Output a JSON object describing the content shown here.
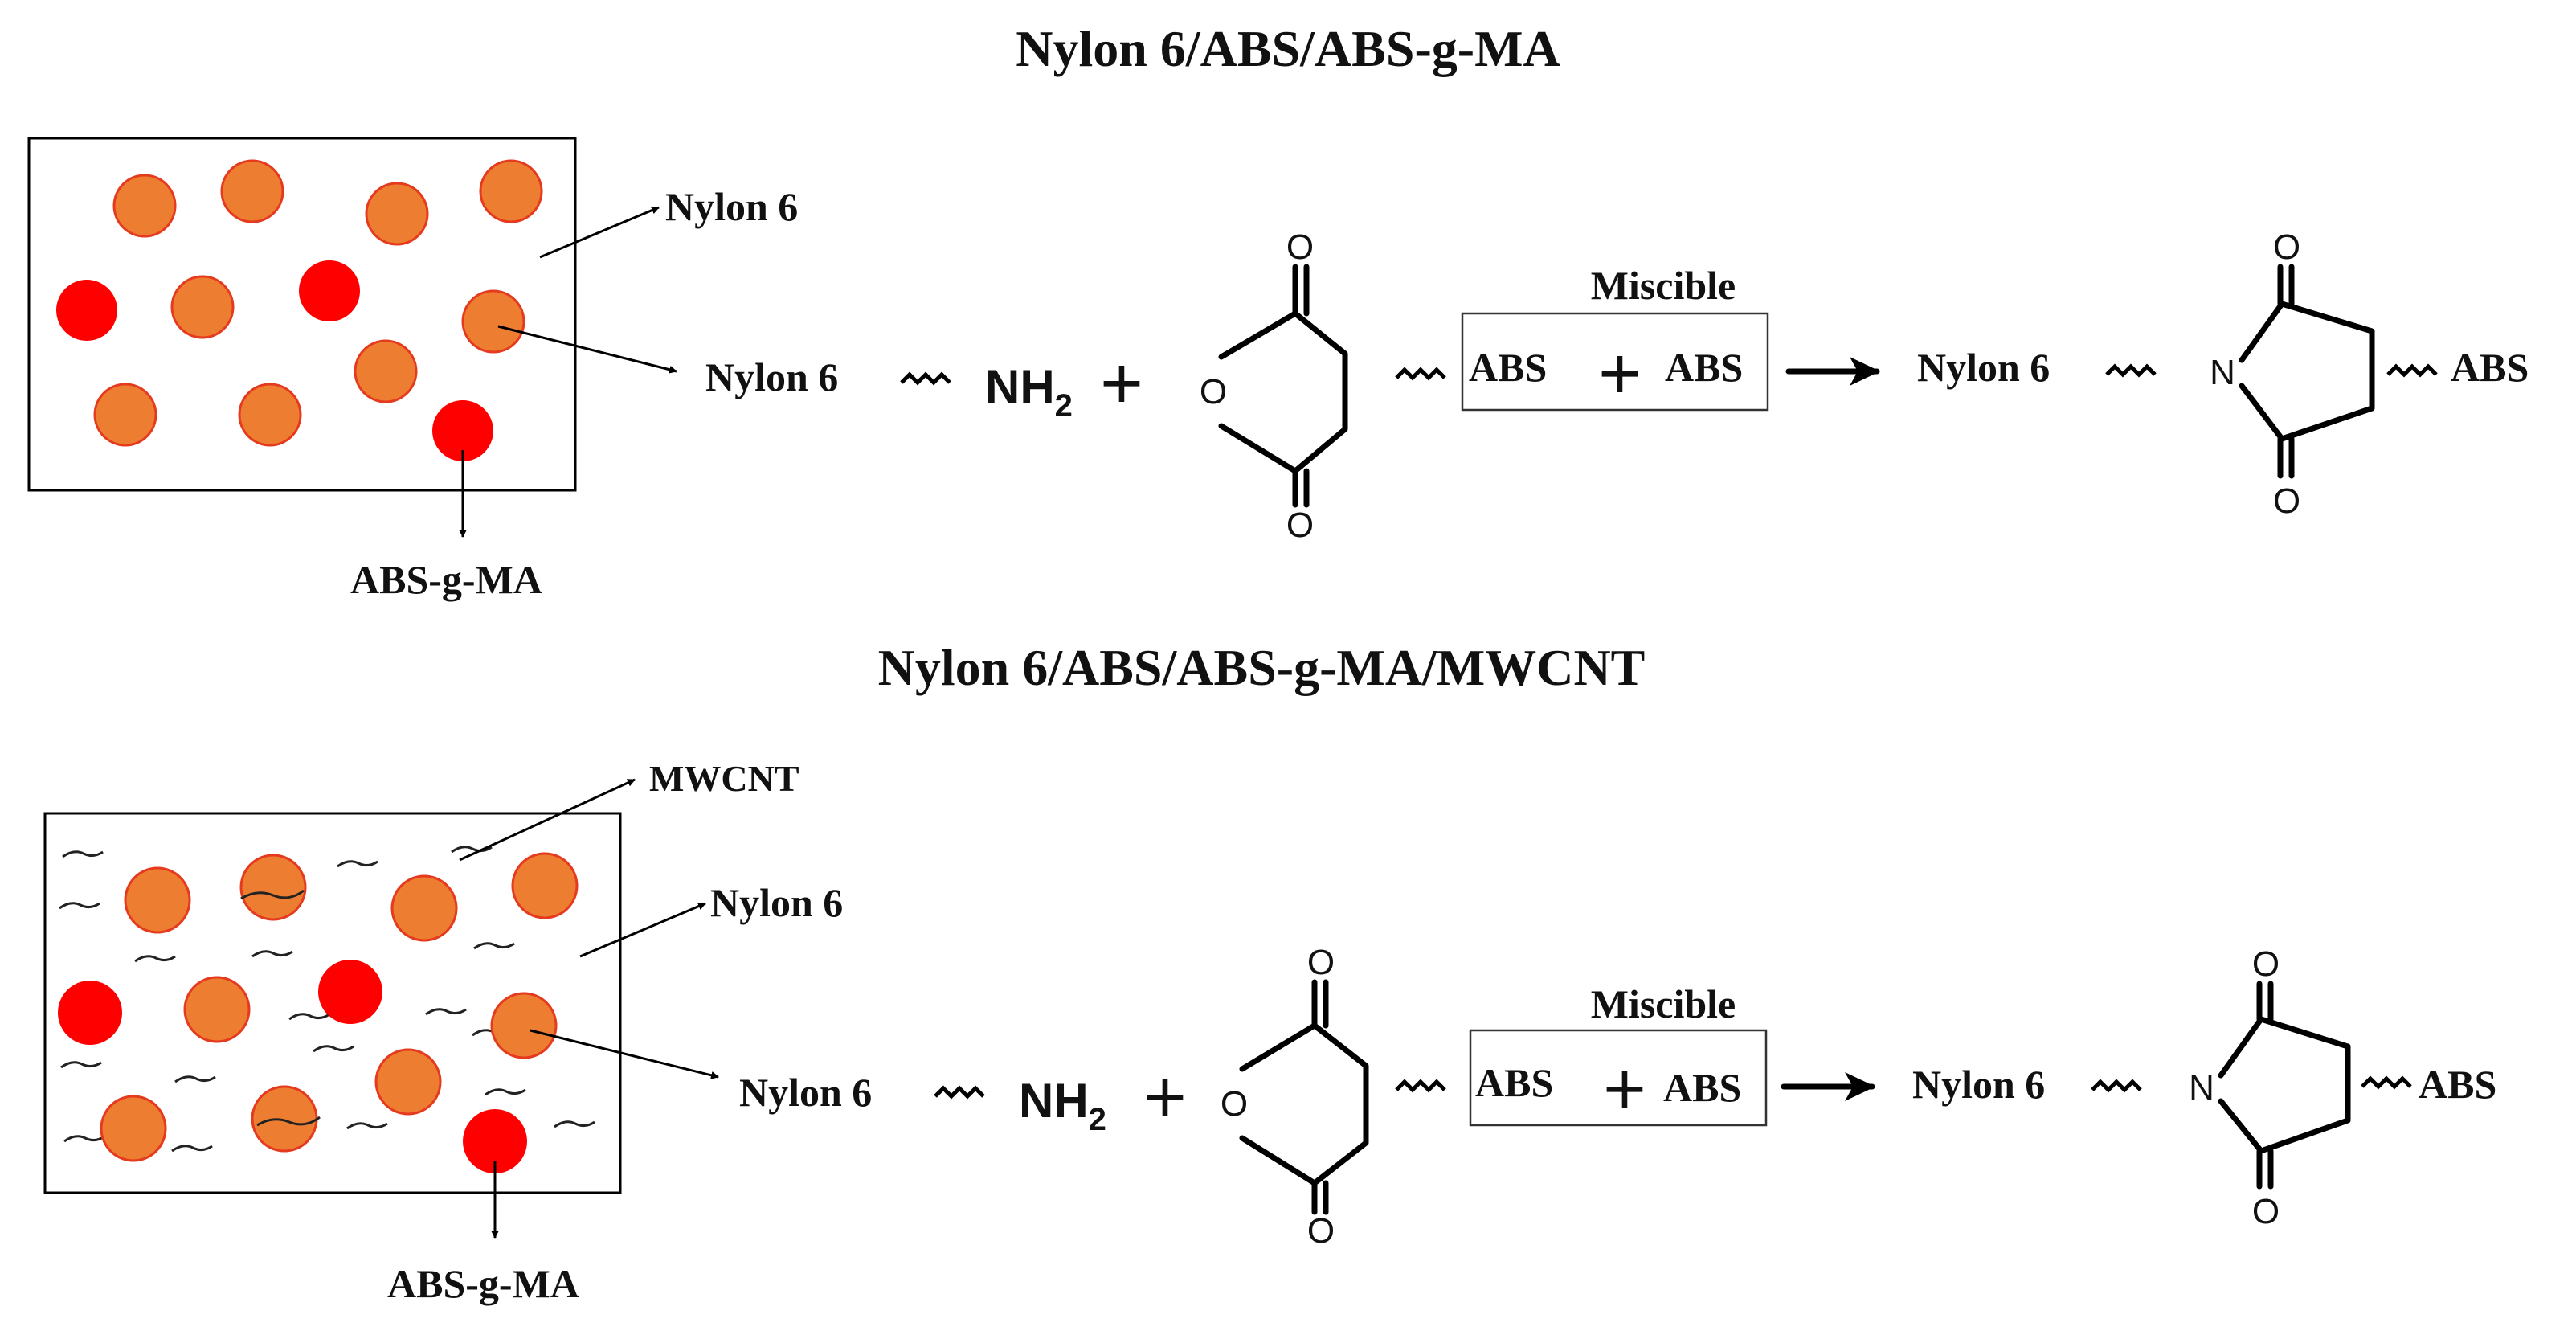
{
  "panels": [
    {
      "title": "Nylon 6/ABS/ABS-g-MA",
      "labels": {
        "matrix": "Nylon 6",
        "particle": "ABS-g-MA"
      },
      "reaction": {
        "reactant": "Nylon 6",
        "amine": "NH",
        "amine_sub": "2",
        "plus": "+",
        "anhydride_oxygen": "O",
        "box_label": "Miscible",
        "abs_left": "ABS",
        "abs_plus": "+",
        "abs_right": "ABS",
        "product_left": "Nylon 6",
        "imide_nitrogen": "N",
        "product_right": "ABS"
      }
    },
    {
      "title": "Nylon 6/ABS/ABS-g-MA/MWCNT",
      "labels": {
        "filler": "MWCNT",
        "matrix": "Nylon 6",
        "particle": "ABS-g-MA"
      },
      "reaction": {
        "reactant": "Nylon 6",
        "amine": "NH",
        "amine_sub": "2",
        "plus": "+",
        "anhydride_oxygen": "O",
        "box_label": "Miscible",
        "abs_left": "ABS",
        "abs_plus": "+",
        "abs_right": "ABS",
        "product_left": "Nylon 6",
        "imide_nitrogen": "N",
        "product_right": "ABS"
      }
    }
  ],
  "colors": {
    "abs_particle": "#ED7D31",
    "abs_g_ma_particle": "#FF0000",
    "particle_outline": "#E53A1E"
  }
}
